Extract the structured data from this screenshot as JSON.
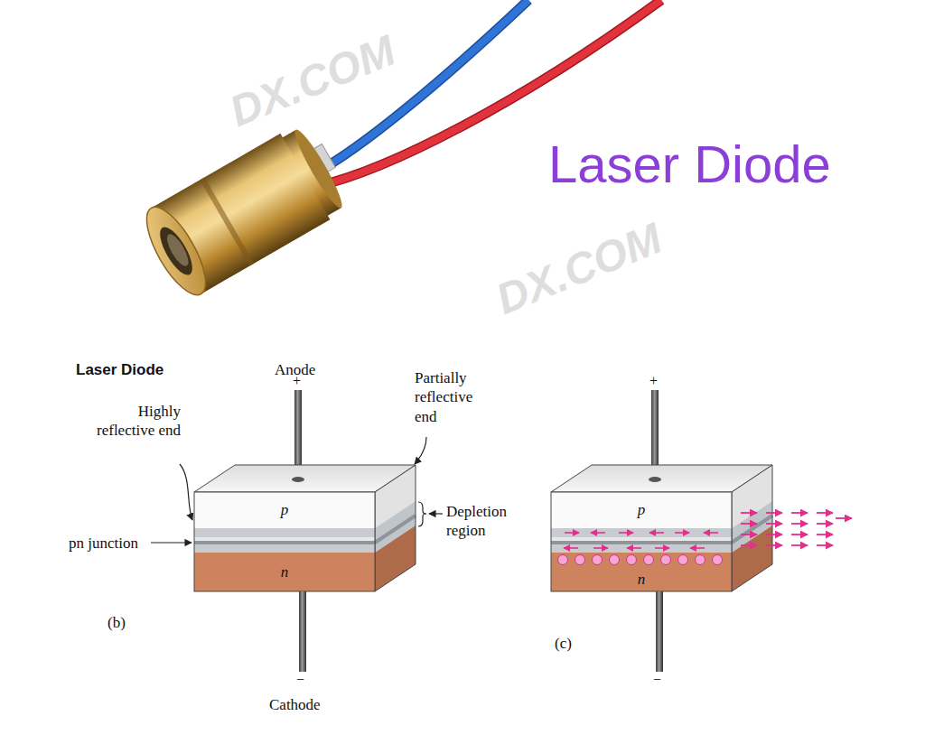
{
  "diagram": {
    "title": "Laser Diode",
    "nodes": [
      {
        "text": [
          "p"
        ]
      },
      {
        "text": [
          "n"
        ]
      },
      {
        "text": [
          "p"
        ]
      },
      {
        "text": [
          "n"
        ]
      }
    ],
    "labels": [
      "DX.COM",
      "DX.COM",
      "Laser Diode",
      "Anode",
      "+",
      "Highly reflective end",
      "Partially reflective end",
      "Depletion region",
      "pn junction",
      "(b)",
      "−",
      "Cathode",
      "+",
      "−",
      "(c)"
    ]
  }
}
